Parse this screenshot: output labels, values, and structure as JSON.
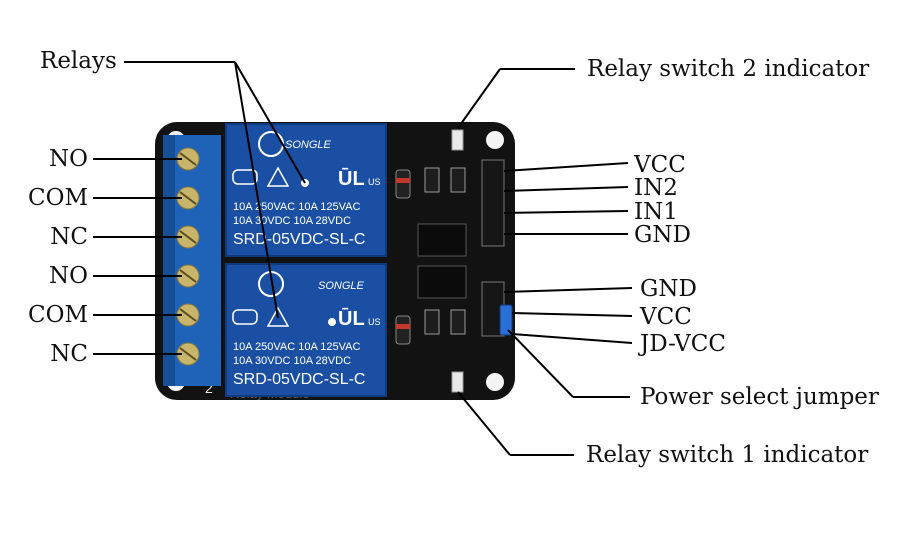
{
  "diagram": {
    "callouts": {
      "relays": "Relays",
      "relay_switch_2_indicator": "Relay switch 2 indicator",
      "relay_switch_1_indicator": "Relay switch 1 indicator",
      "power_select_jumper": "Power select jumper"
    },
    "left_terminals": [
      {
        "label": "NO"
      },
      {
        "label": "COM"
      },
      {
        "label": "NC"
      },
      {
        "label": "NO"
      },
      {
        "label": "COM"
      },
      {
        "label": "NC"
      }
    ],
    "right_pins_top": [
      {
        "label": "VCC"
      },
      {
        "label": "IN2"
      },
      {
        "label": "IN1"
      },
      {
        "label": "GND"
      }
    ],
    "right_pins_bottom": [
      {
        "label": "GND"
      },
      {
        "label": "VCC"
      },
      {
        "label": "JD-VCC"
      }
    ],
    "relay_printing": {
      "brand": "SONGLE",
      "rating_line_1": "10A 250VAC  10A 125VAC",
      "rating_line_2": "10A  30VDC  10A  28VDC",
      "model": "SRD-05VDC-SL-C",
      "us_mark": "US"
    },
    "colors": {
      "pcb": "#121212",
      "relay_body": "#1a4fa3",
      "terminal_block": "#1f63b8",
      "screw": "#c8b46a",
      "line": "#000000"
    }
  }
}
